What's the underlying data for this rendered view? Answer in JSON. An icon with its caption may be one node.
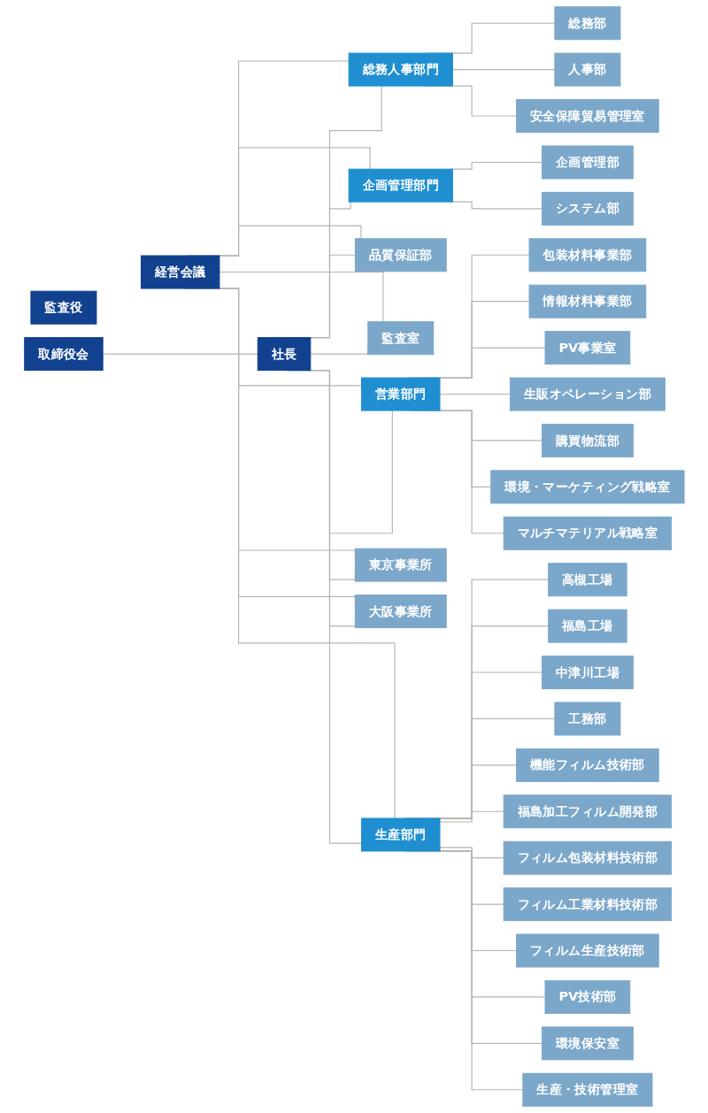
{
  "diagram": {
    "nodes": [
      {
        "text": [
          "監査役"
        ]
      },
      {
        "text": [
          "取締役会"
        ]
      },
      {
        "text": [
          "経営会議"
        ]
      },
      {
        "text": [
          "社長"
        ]
      },
      {
        "text": [
          "総務人事部門"
        ]
      },
      {
        "text": [
          "総務部"
        ]
      },
      {
        "text": [
          "人事部"
        ]
      },
      {
        "text": [
          "安全保障貿易管理室"
        ]
      },
      {
        "text": [
          "企画管理部門"
        ]
      },
      {
        "text": [
          "企画管理部"
        ]
      },
      {
        "text": [
          "システム部"
        ]
      },
      {
        "text": [
          "品質保証部"
        ]
      },
      {
        "text": [
          "監査室"
        ]
      },
      {
        "text": [
          "営業部門"
        ]
      },
      {
        "text": [
          "包装材料事業部"
        ]
      },
      {
        "text": [
          "情報材料事業部"
        ]
      },
      {
        "text": [
          "PV事業室"
        ]
      },
      {
        "text": [
          "生販オペレーション部"
        ]
      },
      {
        "text": [
          "購買物流部"
        ]
      },
      {
        "text": [
          "環境・マーケティング戦略室"
        ]
      },
      {
        "text": [
          "マルチマテリアル戦略室"
        ]
      },
      {
        "text": [
          "東京事業所"
        ]
      },
      {
        "text": [
          "大阪事業所"
        ]
      },
      {
        "text": [
          "生産部門"
        ]
      },
      {
        "text": [
          "高槻工場"
        ]
      },
      {
        "text": [
          "福島工場"
        ]
      },
      {
        "text": [
          "中津川工場"
        ]
      },
      {
        "text": [
          "工務部"
        ]
      },
      {
        "text": [
          "機能フィルム技術部"
        ]
      },
      {
        "text": [
          "福島加工フィルム開発部"
        ]
      },
      {
        "text": [
          "フィルム包装材料技術部"
        ]
      },
      {
        "text": [
          "フィルム工業材料技術部"
        ]
      },
      {
        "text": [
          "フィルム生産技術部"
        ]
      },
      {
        "text": [
          "PV技術部"
        ]
      },
      {
        "text": [
          "環境保安室"
        ]
      },
      {
        "text": [
          "生産・技術管理室"
        ]
      }
    ],
    "edges": [
      {
        "from": 1,
        "to": 3,
        "arrow": "none"
      },
      {
        "from": 2,
        "to": 4,
        "arrow": "none"
      },
      {
        "from": 3,
        "to": 4,
        "arrow": "none"
      },
      {
        "from": 2,
        "to": 8,
        "arrow": "none"
      },
      {
        "from": 3,
        "to": 8,
        "arrow": "none"
      },
      {
        "from": 2,
        "to": 11,
        "arrow": "none"
      },
      {
        "from": 3,
        "to": 11,
        "arrow": "none"
      },
      {
        "from": 2,
        "to": 12,
        "arrow": "none"
      },
      {
        "from": 3,
        "to": 12,
        "arrow": "none"
      },
      {
        "from": 2,
        "to": 13,
        "arrow": "none"
      },
      {
        "from": 3,
        "to": 13,
        "arrow": "none"
      },
      {
        "from": 2,
        "to": 21,
        "arrow": "none"
      },
      {
        "from": 3,
        "to": 21,
        "arrow": "none"
      },
      {
        "from": 2,
        "to": 22,
        "arrow": "none"
      },
      {
        "from": 3,
        "to": 22,
        "arrow": "none"
      },
      {
        "from": 2,
        "to": 23,
        "arrow": "none"
      },
      {
        "from": 3,
        "to": 23,
        "arrow": "none"
      },
      {
        "from": 4,
        "to": 5,
        "arrow": "none"
      },
      {
        "from": 4,
        "to": 6,
        "arrow": "none"
      },
      {
        "from": 4,
        "to": 7,
        "arrow": "none"
      },
      {
        "from": 8,
        "to": 9,
        "arrow": "none"
      },
      {
        "from": 8,
        "to": 10,
        "arrow": "none"
      },
      {
        "from": 13,
        "to": 14,
        "arrow": "none"
      },
      {
        "from": 13,
        "to": 15,
        "arrow": "none"
      },
      {
        "from": 13,
        "to": 16,
        "arrow": "none"
      },
      {
        "from": 13,
        "to": 17,
        "arrow": "none"
      },
      {
        "from": 13,
        "to": 18,
        "arrow": "none"
      },
      {
        "from": 13,
        "to": 19,
        "arrow": "none"
      },
      {
        "from": 13,
        "to": 20,
        "arrow": "none"
      },
      {
        "from": 23,
        "to": 24,
        "arrow": "none"
      },
      {
        "from": 23,
        "to": 25,
        "arrow": "none"
      },
      {
        "from": 23,
        "to": 26,
        "arrow": "none"
      },
      {
        "from": 23,
        "to": 27,
        "arrow": "none"
      },
      {
        "from": 23,
        "to": 28,
        "arrow": "none"
      },
      {
        "from": 23,
        "to": 29,
        "arrow": "none"
      },
      {
        "from": 23,
        "to": 30,
        "arrow": "none"
      },
      {
        "from": 23,
        "to": 31,
        "arrow": "none"
      },
      {
        "from": 23,
        "to": 32,
        "arrow": "none"
      },
      {
        "from": 23,
        "to": 33,
        "arrow": "none"
      },
      {
        "from": 23,
        "to": 34,
        "arrow": "none"
      },
      {
        "from": 23,
        "to": 35,
        "arrow": "none"
      }
    ]
  }
}
